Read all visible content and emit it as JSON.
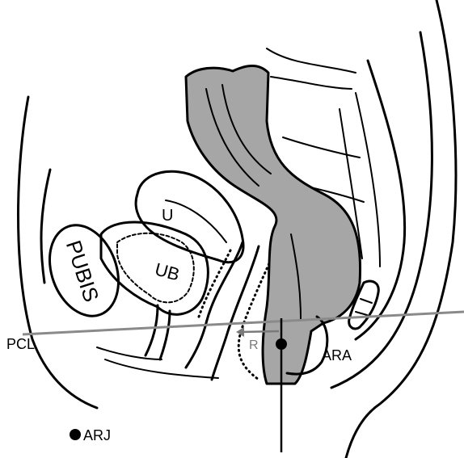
{
  "labels": {
    "pubis": "PUBIS",
    "ub": "UB",
    "u": "U",
    "r": "R",
    "pcl": "PCL",
    "ara": "ARA",
    "arj": "ARJ"
  },
  "colors": {
    "rectum_fill": "#a6a6a6",
    "pcl_line": "#8a8a8a",
    "ink": "#000000"
  }
}
